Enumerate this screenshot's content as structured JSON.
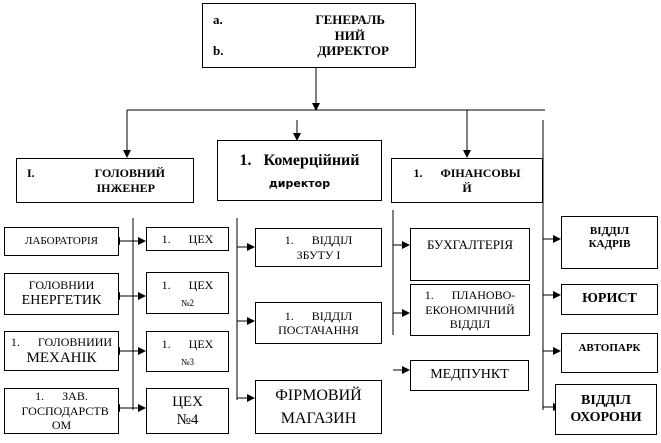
{
  "general_director": {
    "marker_a": "a.",
    "line1": "ГЕНЕРАЛЬ",
    "line2": "НИЙ",
    "marker_b": "b.",
    "line3": "ДИРЕКТОР"
  },
  "chief_engineer": {
    "number": "I.",
    "line1": "ГОЛОВНИЙ",
    "line2": "ІНЖЕНЕР"
  },
  "commercial_director": {
    "number": "1.",
    "line1": "Комерційний",
    "line2": "директор"
  },
  "financial": {
    "number": "1.",
    "line1": "ФІНАНСОВЫ",
    "line2": "Й"
  },
  "engineering_units": [
    {
      "line1": "ЛАБОРАТОРІЯ",
      "line2": ""
    },
    {
      "line1": "ГОЛОВНИИ",
      "line2": "ЕНЕРГЕТИК"
    },
    {
      "line1": "1.      ГОЛОВНИИИ",
      "line2": "МЕХАНІК"
    },
    {
      "line1": "1.      ЗАВ.",
      "line2": "ГОСПОДАРСТВ ОМ"
    }
  ],
  "workshops": [
    {
      "line1": "1.      ЦЕХ",
      "line2": ""
    },
    {
      "line1": "1.      ЦЕХ",
      "line2": "№2"
    },
    {
      "line1": "1.      ЦЕХ",
      "line2": "№3"
    },
    {
      "line1": "ЦЕХ",
      "line2": "№4"
    }
  ],
  "commercial_units": [
    {
      "line1": "1.      ВІДДІЛ",
      "line2": "ЗБУТУ І"
    },
    {
      "line1": "1.      ВІДДІЛ",
      "line2": "ПОСТАЧАННЯ"
    },
    {
      "line1": "ФІРМОВИЙ",
      "line2": "МАГАЗИН"
    }
  ],
  "financial_units": [
    {
      "line1": "БУХГАЛТЕРІЯ",
      "line2": ""
    },
    {
      "line1": "1.      ПЛАНОВО-",
      "line2": "ЕКОНОМІЧНИЙ ВІДДІЛ"
    },
    {
      "line1": "МЕДПУНКТ",
      "line2": ""
    }
  ],
  "direct_units": [
    {
      "line1": "ВІДДІЛ",
      "line2": "КАДРІВ"
    },
    {
      "line1": "ЮРИСТ",
      "line2": ""
    },
    {
      "line1": "АВТОПАРК",
      "line2": ""
    },
    {
      "line1": "ВІДДІЛ",
      "line2": "ОХОРОНИ"
    }
  ]
}
